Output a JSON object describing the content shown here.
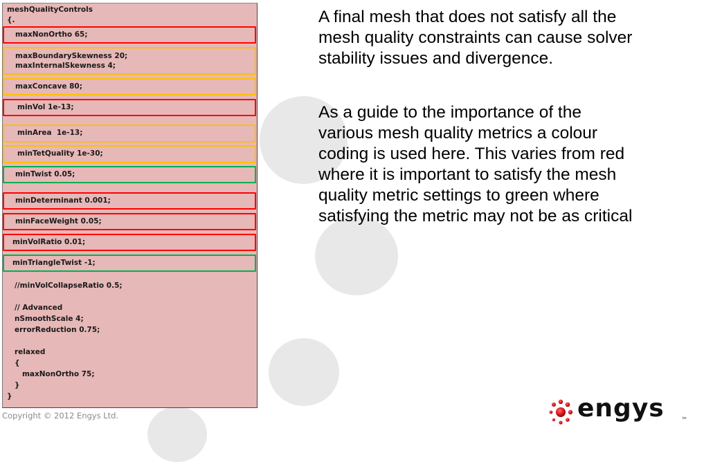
{
  "colors": {
    "panel_bg": "#e6b8b7",
    "red": "#ff0000",
    "orange": "#ffc000",
    "green": "#00b050",
    "circle": "#e8e8e8",
    "logo_red": "#d9151b"
  },
  "code": {
    "header": "meshQualityControls",
    "open_brace": "{.",
    "boxed_entries": [
      {
        "lines": [
          "maxNonOrtho 65;"
        ],
        "importance": "red"
      },
      {
        "lines": [
          "maxBoundarySkewness 20;",
          "maxInternalSkewness 4;"
        ],
        "importance": "orange"
      },
      {
        "lines": [
          "maxConcave 80;"
        ],
        "importance": "orange"
      },
      {
        "lines": [
          "minVol 1e-13;"
        ],
        "importance": "red"
      },
      {
        "lines": [
          "minArea  1e-13;"
        ],
        "importance": "orange"
      },
      {
        "lines": [
          "minTetQuality 1e-30;"
        ],
        "importance": "orange"
      },
      {
        "lines": [
          "minTwist 0.05;"
        ],
        "importance": "green"
      },
      {
        "lines": [
          "minDeterminant 0.001;"
        ],
        "importance": "red"
      },
      {
        "lines": [
          "minFaceWeight 0.05;"
        ],
        "importance": "red"
      },
      {
        "lines": [
          "minVolRatio 0.01;"
        ],
        "importance": "red"
      },
      {
        "lines": [
          "minTriangleTwist -1;"
        ],
        "importance": "green"
      }
    ],
    "trailing": [
      "//minVolCollapseRatio 0.5;",
      "",
      "// Advanced",
      "nSmoothScale 4;",
      "errorReduction 0.75;",
      "",
      "relaxed",
      "{",
      "   maxNonOrtho 75;",
      "}"
    ],
    "close_brace": "}"
  },
  "explanation": {
    "paragraph1": [
      "A final mesh that does not satisfy all the",
      "mesh quality constraints can cause solver",
      "stability issues and divergence."
    ],
    "paragraph2": [
      "As a guide to the importance of the",
      "various mesh quality metrics a  colour",
      "coding is used here. This varies from red",
      "where it is important to satisfy the mesh",
      "quality metric settings to  green where",
      "satisfying the metric may not be as critical"
    ]
  },
  "footer": {
    "copyright": "Copyright © 2012 Engys Ltd.",
    "logo_text": "engys",
    "logo_tm": "tm"
  }
}
